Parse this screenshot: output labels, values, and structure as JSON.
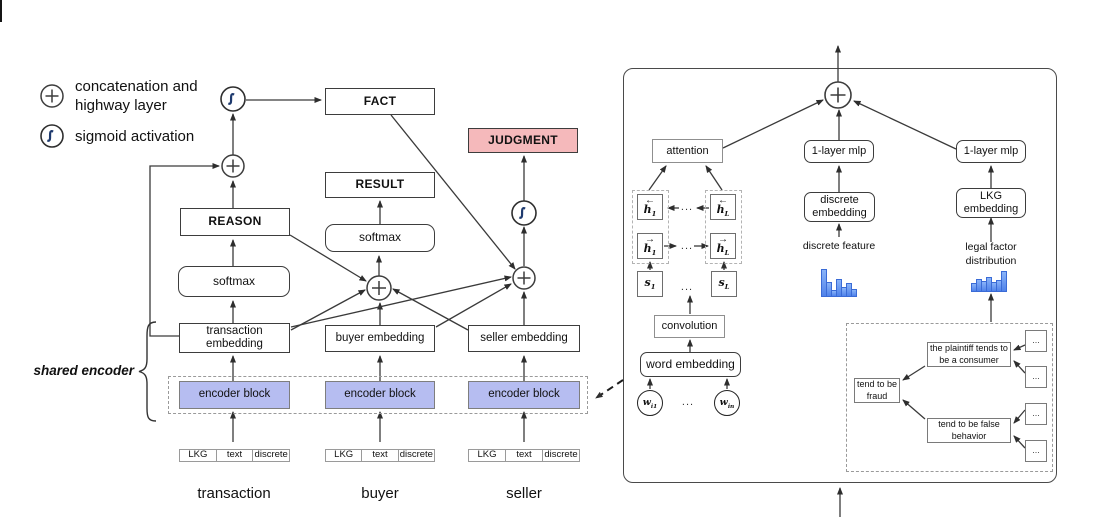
{
  "legend": {
    "concat_highway": "concatenation and highway layer",
    "sigmoid": "sigmoid activation"
  },
  "main": {
    "shared_encoder": "shared encoder",
    "fact": "FACT",
    "judgment": "JUDGMENT",
    "result": "RESULT",
    "reason": "REASON",
    "softmax": "softmax",
    "transaction_embedding": "transaction embedding",
    "buyer_embedding": "buyer embedding",
    "seller_embedding": "seller embedding",
    "encoder_block": "encoder block",
    "input_cells": {
      "lkg": "LKG",
      "text": "text",
      "discrete": "discrete"
    },
    "column_labels": {
      "transaction": "transaction",
      "buyer": "buyer",
      "seller": "seller"
    }
  },
  "panel": {
    "attention": "attention",
    "one_layer_mlp": "1-layer mlp",
    "discrete_embedding": "discrete embedding",
    "lkg_embedding": "LKG embedding",
    "discrete_feature": "discrete feature",
    "legal_factor_distribution": "legal factor distribution",
    "convolution": "convolution",
    "word_embedding": "word embedding",
    "lstm": {
      "h": "h",
      "s": "s",
      "w": "w",
      "sub_first": "1",
      "sub_last": "L",
      "w_sub_first": "i1",
      "w_sub_last": "in",
      "back_arrow": "←",
      "fwd_arrow": "→"
    },
    "kg": {
      "consumer": "the plaintiff tends to be a consumer",
      "fraud": "tend to be fraud",
      "false_behavior": "tend to be false behavior"
    },
    "discrete_feature_bars": [
      26,
      13,
      5,
      16,
      8,
      12,
      6
    ],
    "legal_factor_bars": [
      7,
      11,
      9,
      13,
      8,
      10,
      19
    ]
  },
  "symbols": {
    "ellipsis": "..."
  },
  "colors": {
    "encoder_fill": "#b6bdf1",
    "judgment_fill": "#f5b9bb",
    "sigmoid_glyph": "#1e3a6e",
    "histogram_blue": "#4f82ea"
  }
}
